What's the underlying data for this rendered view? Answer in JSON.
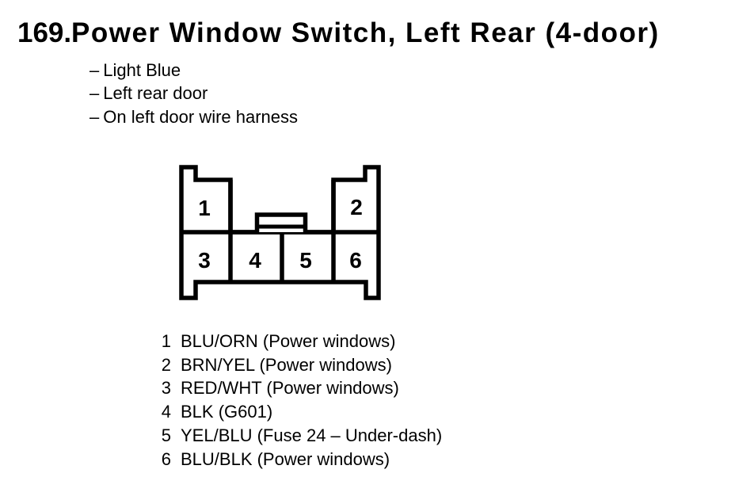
{
  "header": {
    "number": "169.",
    "title": "Power Window Switch, Left Rear (4-door)"
  },
  "notes": {
    "bullet": "–",
    "items": [
      "Light Blue",
      "Left rear door",
      "On left door wire harness"
    ]
  },
  "connector": {
    "pins": [
      "1",
      "2",
      "3",
      "4",
      "5",
      "6"
    ]
  },
  "pin_list": [
    {
      "no": "1",
      "label": "BLU/ORN (Power windows)"
    },
    {
      "no": "2",
      "label": "BRN/YEL (Power windows)"
    },
    {
      "no": "3",
      "label": "RED/WHT (Power windows)"
    },
    {
      "no": "4",
      "label": "BLK (G601)"
    },
    {
      "no": "5",
      "label": "YEL/BLU (Fuse 24 – Under-dash)"
    },
    {
      "no": "6",
      "label": "BLU/BLK (Power windows)"
    }
  ],
  "colors": {
    "ink": "#000000",
    "paper": "#ffffff"
  }
}
